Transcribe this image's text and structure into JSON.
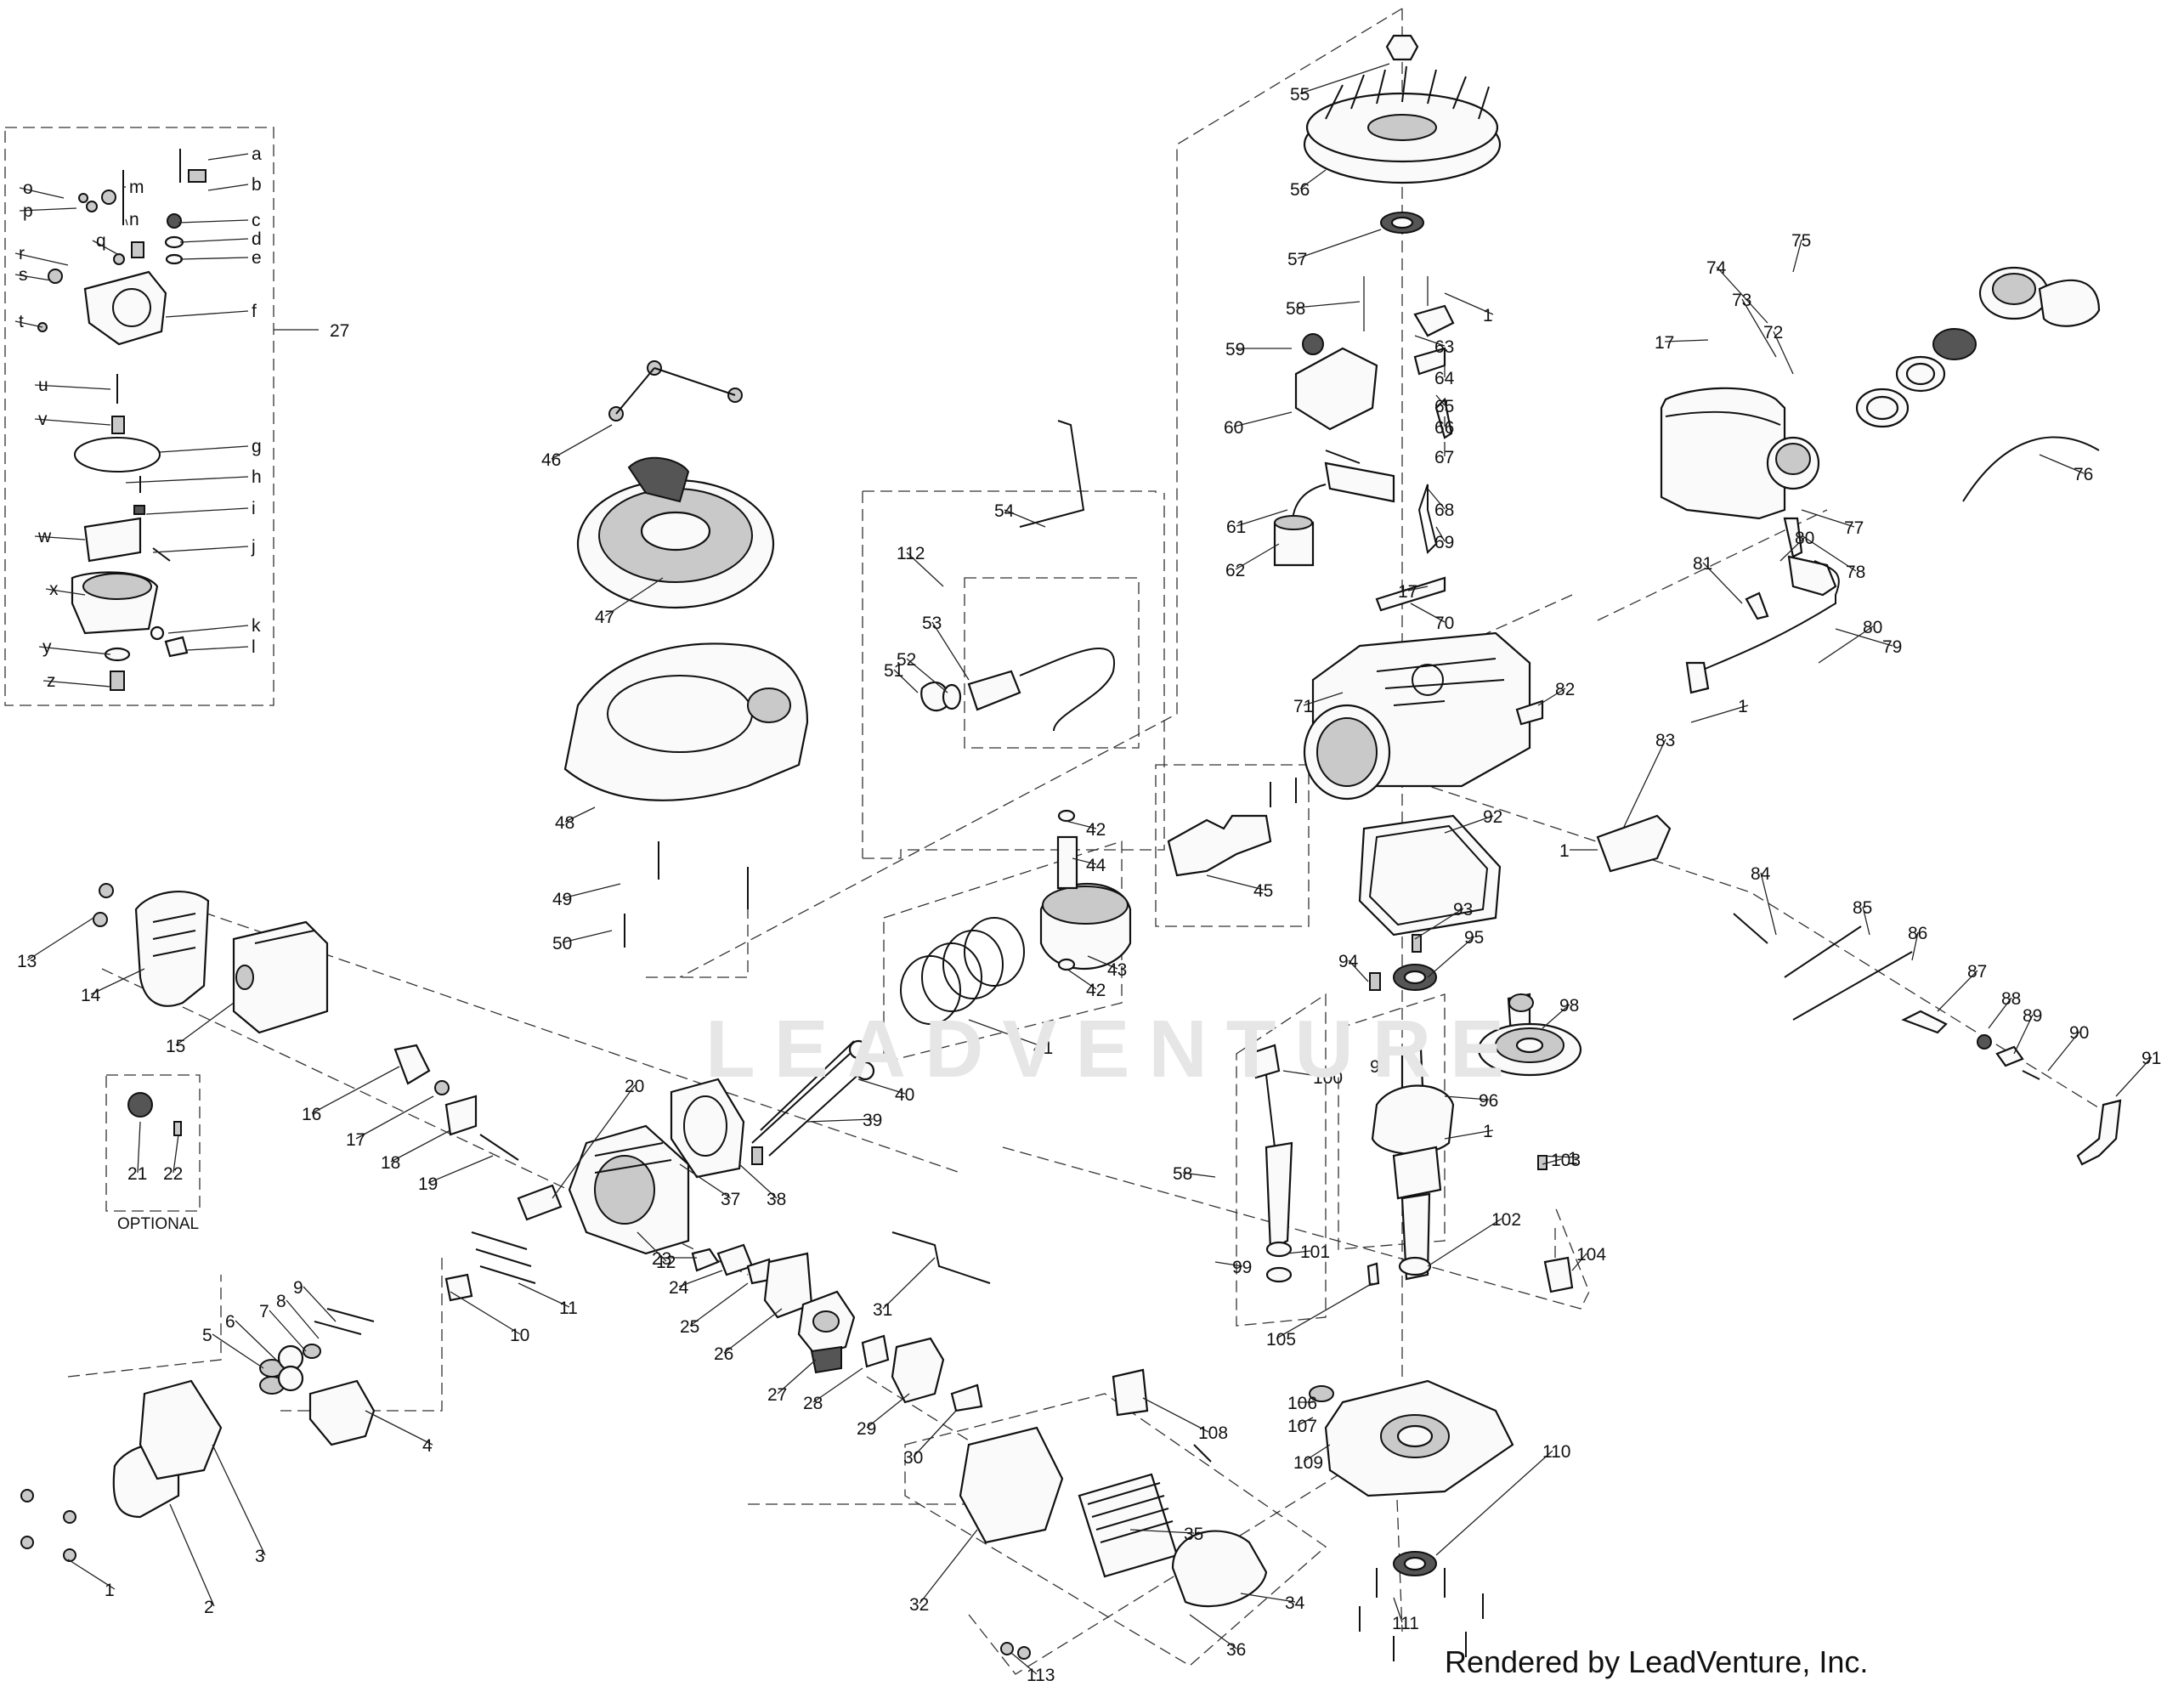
{
  "watermark": "LEADVENTURE",
  "credit": "Rendered by LeadVenture, Inc.",
  "optional_label": "OPTIONAL",
  "carb_group_number": "27",
  "carb_letters": [
    "a",
    "b",
    "c",
    "d",
    "e",
    "f",
    "g",
    "h",
    "i",
    "j",
    "k",
    "l",
    "m",
    "n",
    "o",
    "p",
    "q",
    "r",
    "s",
    "t",
    "u",
    "v",
    "w",
    "x",
    "y",
    "z"
  ],
  "callouts": [
    "1",
    "1",
    "1",
    "1",
    "1",
    "1",
    "2",
    "3",
    "4",
    "5",
    "6",
    "7",
    "8",
    "9",
    "10",
    "11",
    "12",
    "13",
    "14",
    "15",
    "16",
    "17",
    "17",
    "17",
    "18",
    "19",
    "20",
    "21",
    "22",
    "23",
    "24",
    "25",
    "26",
    "27",
    "28",
    "29",
    "30",
    "31",
    "32",
    "34",
    "35",
    "36",
    "37",
    "38",
    "39",
    "40",
    "41",
    "42",
    "42",
    "43",
    "44",
    "45",
    "46",
    "47",
    "48",
    "49",
    "50",
    "51",
    "52",
    "53",
    "54",
    "55",
    "56",
    "57",
    "58",
    "58",
    "59",
    "60",
    "61",
    "62",
    "63",
    "64",
    "65",
    "66",
    "67",
    "68",
    "69",
    "70",
    "71",
    "72",
    "73",
    "74",
    "75",
    "76",
    "77",
    "78",
    "79",
    "80",
    "80",
    "81",
    "82",
    "83",
    "84",
    "85",
    "86",
    "87",
    "88",
    "89",
    "90",
    "91",
    "92",
    "93",
    "94",
    "95",
    "96",
    "97",
    "98",
    "99",
    "100",
    "101",
    "102",
    "103",
    "104",
    "105",
    "106",
    "107",
    "108",
    "109",
    "110",
    "111",
    "112",
    "113"
  ]
}
